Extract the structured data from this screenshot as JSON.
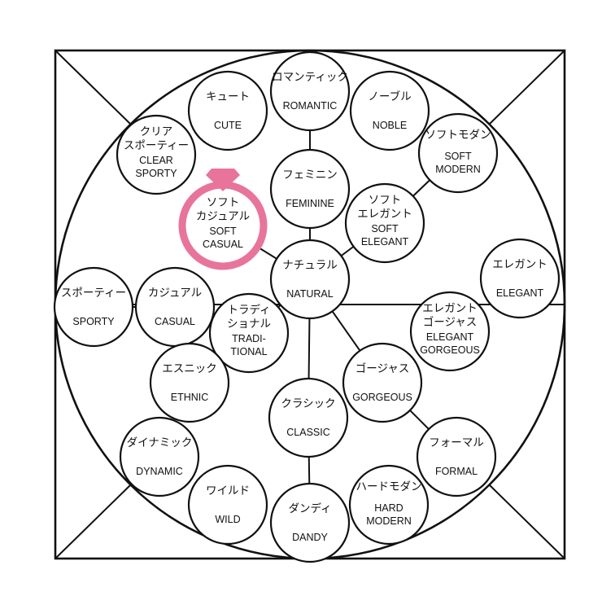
{
  "colors": {
    "line": "#111111",
    "highlight": "#e8749b"
  },
  "nodes": {
    "cute": {
      "jp": [
        "キュート"
      ],
      "en": [
        "CUTE"
      ]
    },
    "romantic": {
      "jp": [
        "ロマンティック"
      ],
      "en": [
        "ROMANTIC"
      ]
    },
    "noble": {
      "jp": [
        "ノーブル"
      ],
      "en": [
        "NOBLE"
      ]
    },
    "clear_sporty": {
      "jp": [
        "クリア",
        "スポーティー"
      ],
      "en": [
        "CLEAR",
        "SPORTY"
      ]
    },
    "feminine": {
      "jp": [
        "フェミニン"
      ],
      "en": [
        "FEMININE"
      ]
    },
    "soft_modern": {
      "jp": [
        "ソフトモダン"
      ],
      "en": [
        "SOFT",
        "MODERN"
      ]
    },
    "soft_casual": {
      "jp": [
        "ソフト",
        "カジュアル"
      ],
      "en": [
        "SOFT",
        "CASUAL"
      ],
      "highlighted": true
    },
    "soft_elegant": {
      "jp": [
        "ソフト",
        "エレガント"
      ],
      "en": [
        "SOFT",
        "ELEGANT"
      ]
    },
    "natural": {
      "jp": [
        "ナチュラル"
      ],
      "en": [
        "NATURAL"
      ]
    },
    "elegant": {
      "jp": [
        "エレガント"
      ],
      "en": [
        "ELEGANT"
      ]
    },
    "sporty": {
      "jp": [
        "スポーティー"
      ],
      "en": [
        "SPORTY"
      ]
    },
    "casual": {
      "jp": [
        "カジュアル"
      ],
      "en": [
        "CASUAL"
      ]
    },
    "traditional": {
      "jp": [
        "トラディ",
        "ショナル"
      ],
      "en": [
        "TRADI-",
        "TIONAL"
      ]
    },
    "elegant_gorgeous": {
      "jp": [
        "エレガント",
        "ゴージャス"
      ],
      "en": [
        "ELEGANT",
        "GORGEOUS"
      ]
    },
    "ethnic": {
      "jp": [
        "エスニック"
      ],
      "en": [
        "ETHNIC"
      ]
    },
    "gorgeous": {
      "jp": [
        "ゴージャス"
      ],
      "en": [
        "GORGEOUS"
      ]
    },
    "classic": {
      "jp": [
        "クラシック"
      ],
      "en": [
        "CLASSIC"
      ]
    },
    "dynamic": {
      "jp": [
        "ダイナミック"
      ],
      "en": [
        "DYNAMIC"
      ]
    },
    "formal": {
      "jp": [
        "フォーマル"
      ],
      "en": [
        "FORMAL"
      ]
    },
    "wild": {
      "jp": [
        "ワイルド"
      ],
      "en": [
        "WILD"
      ]
    },
    "dandy": {
      "jp": [
        "ダンディ"
      ],
      "en": [
        "DANDY"
      ]
    },
    "hard_modern": {
      "jp": [
        "ハードモダン"
      ],
      "en": [
        "HARD",
        "MODERN"
      ]
    }
  },
  "connections": [
    [
      "natural",
      "feminine"
    ],
    [
      "feminine",
      "romantic"
    ],
    [
      "natural",
      "soft_casual"
    ],
    [
      "natural",
      "soft_elegant"
    ],
    [
      "soft_elegant",
      "soft_modern"
    ],
    [
      "natural",
      "traditional"
    ],
    [
      "traditional",
      "casual"
    ],
    [
      "traditional",
      "ethnic"
    ],
    [
      "natural",
      "gorgeous"
    ],
    [
      "gorgeous",
      "formal"
    ],
    [
      "natural",
      "classic"
    ],
    [
      "classic",
      "dandy"
    ],
    [
      "casual",
      "sporty"
    ]
  ]
}
